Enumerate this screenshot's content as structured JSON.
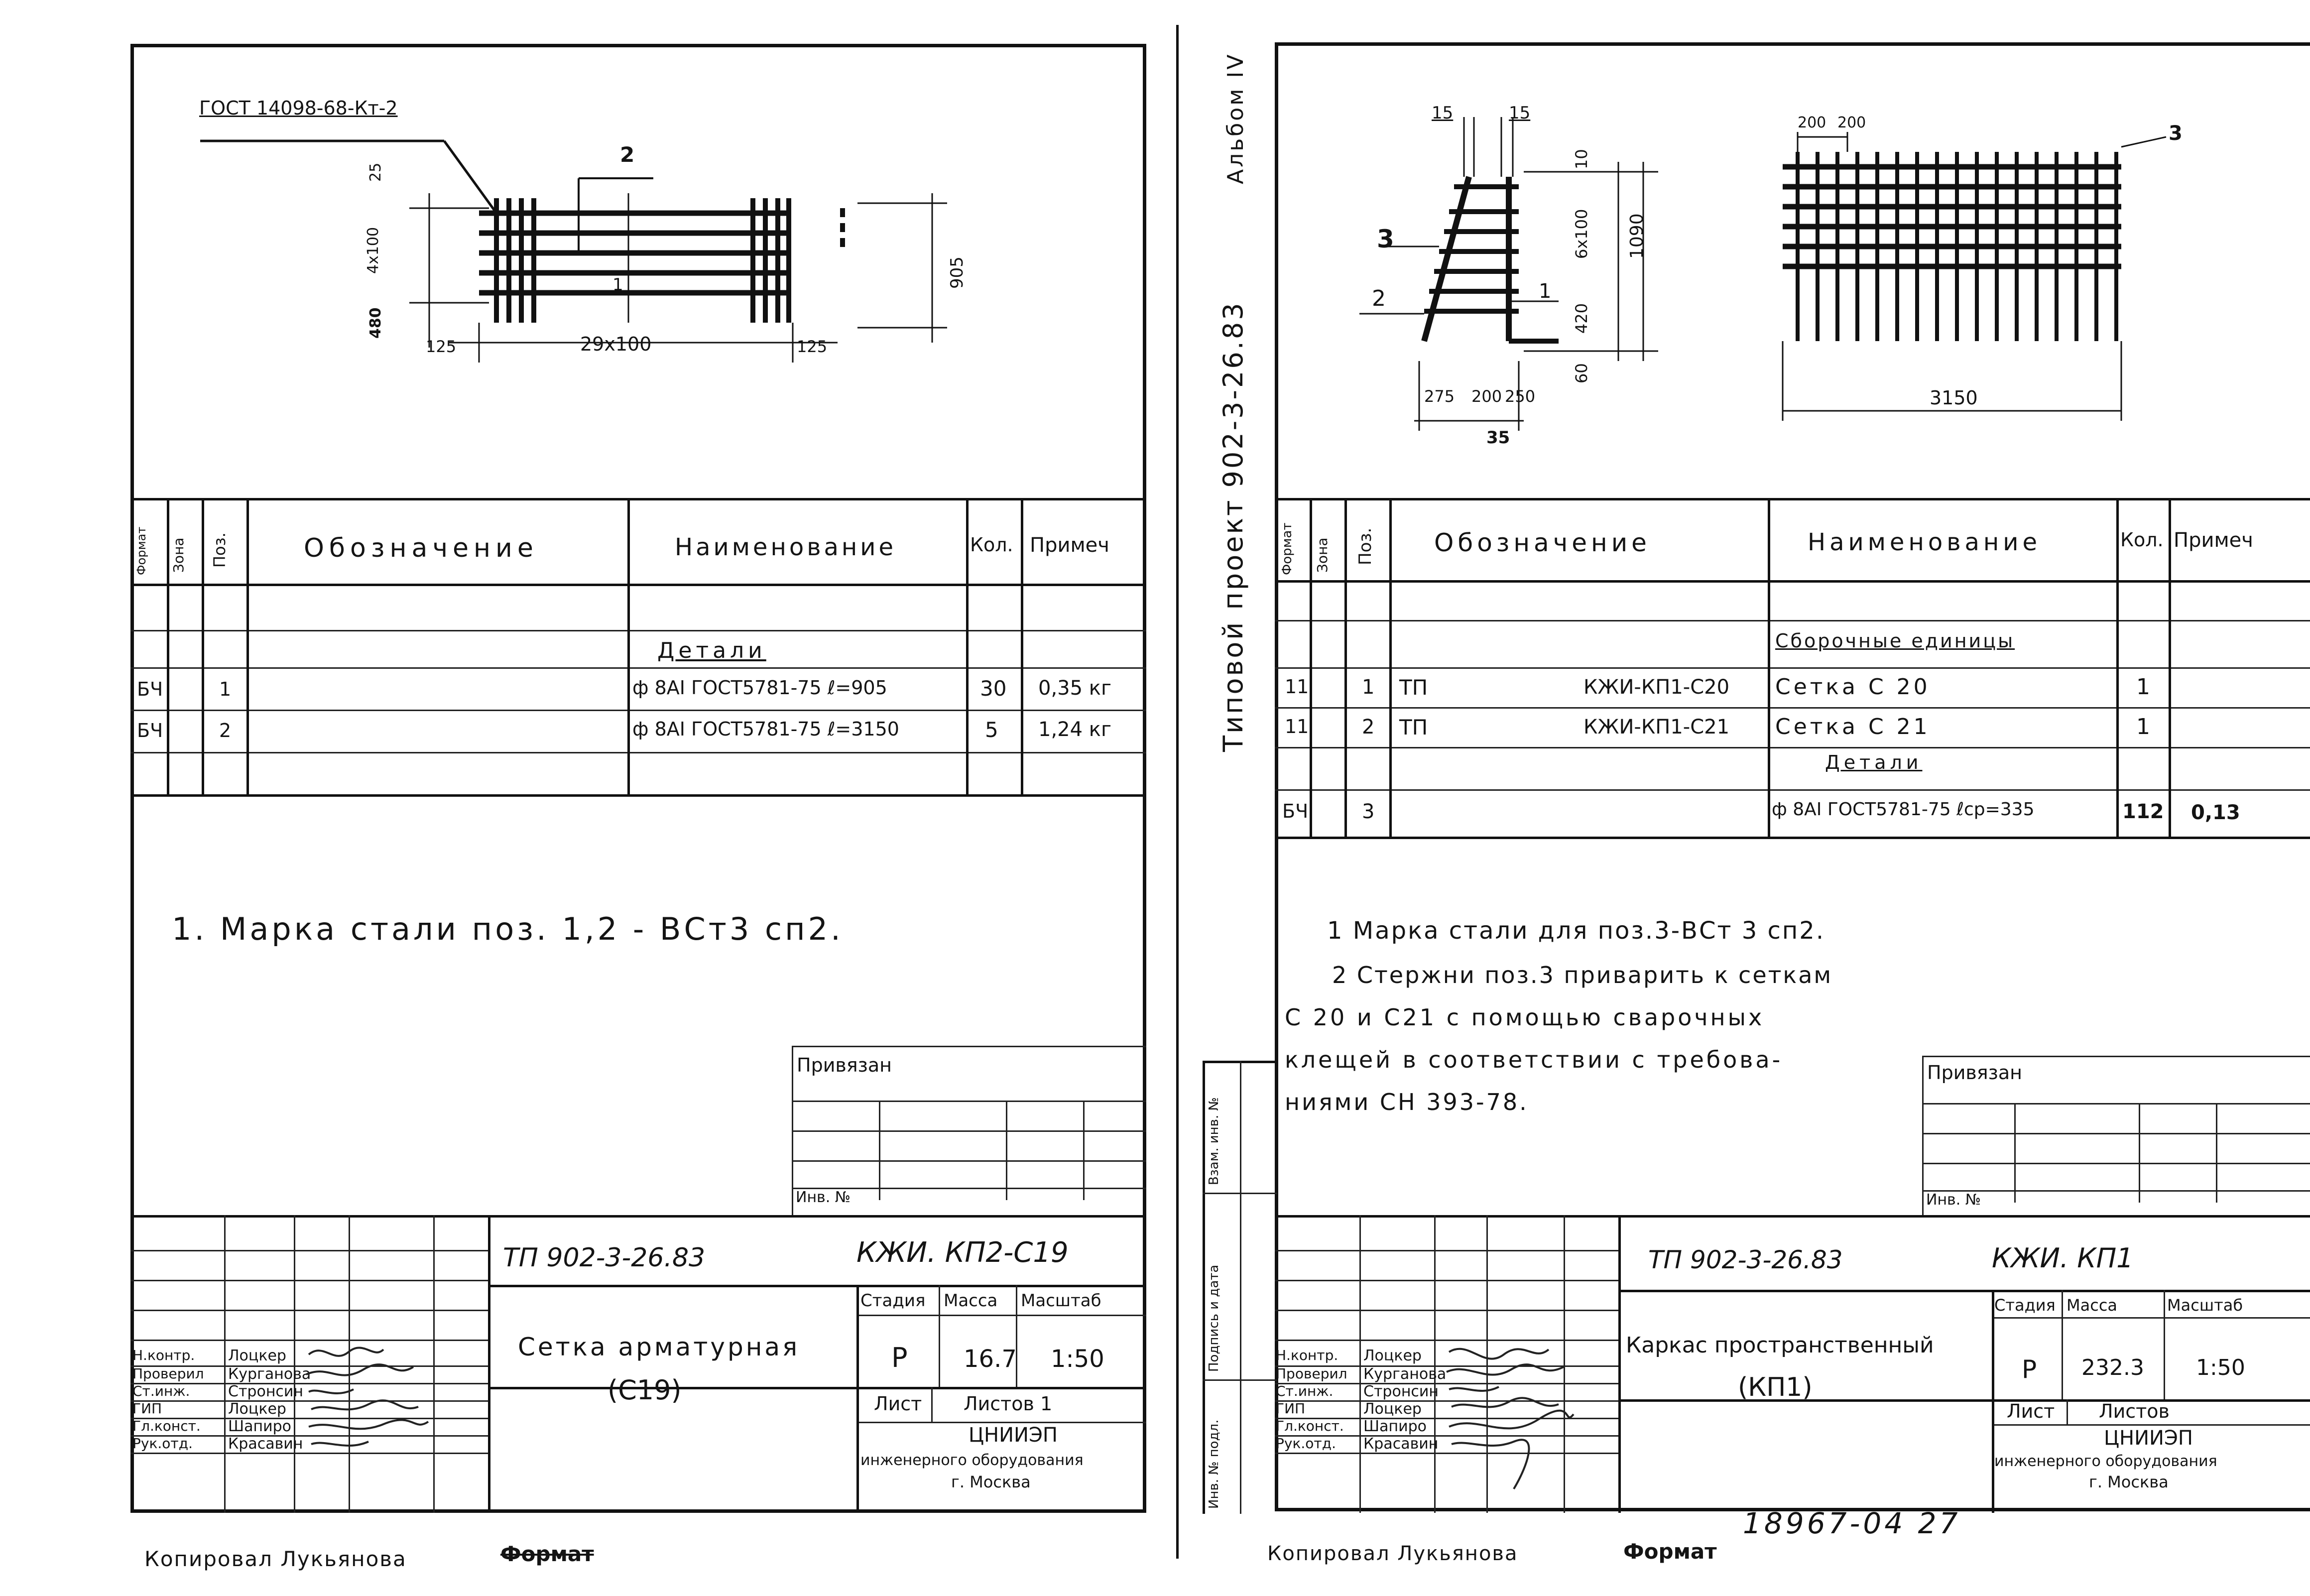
{
  "left_sheet": {
    "callout_gost": "ГОСТ 14098-68-Кт-2",
    "drawing": {
      "pos_label_top": "2",
      "pos_label_mid": "1",
      "dim_top": "25",
      "dim_pitch": "4х100",
      "dim_bottom": "480",
      "dim_left": "125",
      "dim_span": "29х100",
      "dim_right": "125",
      "dim_height": "905"
    },
    "spec_table": {
      "headers": [
        "Формат",
        "Зона",
        "Поз.",
        "Обозначение",
        "Наименование",
        "Кол.",
        "Примеч"
      ],
      "section": "Детали",
      "rows": [
        {
          "format": "БЧ",
          "pos": "1",
          "name": "ф 8АI ГОСТ5781-75 ℓ=905",
          "qty": "30",
          "note": "0,35 кг"
        },
        {
          "format": "БЧ",
          "pos": "2",
          "name": "ф 8АI ГОСТ5781-75 ℓ=3150",
          "qty": "5",
          "note": "1,24 кг"
        }
      ]
    },
    "notes": [
      "1. Марка стали поз. 1,2 - ВСт3 сп2."
    ],
    "privyazan": "Привязан",
    "inv_no": "Инв. №",
    "stamp": {
      "project": "ТП 902-3-26.83",
      "code": "КЖИ. КП2-С19",
      "title_line1": "Сетка арматурная",
      "title_line2": "(С19)",
      "stage_label": "Стадия",
      "mass_label": "Масса",
      "scale_label": "Масштаб",
      "stage": "Р",
      "mass": "16.7",
      "scale": "1:50",
      "sheet_label": "Лист",
      "sheets_label": "Листов 1",
      "org_line1": "ЦНИИЭП",
      "org_line2": "инженерного оборудования",
      "org_line3": "г. Москва",
      "roles": [
        "Н.контр.",
        "Проверил",
        "Ст.инж.",
        "ГИП",
        "Гл.конст.",
        "Рук.отд."
      ],
      "names": [
        "Лоцкер",
        "Курганова",
        "Стронсин",
        "Лоцкер",
        "Шапиро",
        "Красавин"
      ]
    },
    "footer_copied": "Копировал Лукьянова",
    "footer_format": "Формат"
  },
  "right_sheet": {
    "album": "Альбом IV",
    "side_title": "Типовой проект 902-3-26.83",
    "drawing": {
      "dim_15a": "15",
      "dim_15b": "15",
      "label_3a": "3",
      "label_2": "2",
      "label_1": "1",
      "dim_10": "10",
      "dim_6x100": "6х100",
      "dim_420": "420",
      "dim_60": "60",
      "dim_1090": "1090",
      "dim_275": "275",
      "dim_200": "200",
      "dim_250": "250",
      "dim_35": "35",
      "dim_200a": "200",
      "dim_200b": "200",
      "label_3b": "3",
      "dim_3150": "3150"
    },
    "spec_table": {
      "headers": [
        "Формат",
        "Зона",
        "Поз.",
        "Обозначение",
        "Наименование",
        "Кол.",
        "Примеч"
      ],
      "section1": "Сборочные единицы",
      "section2": "Детали",
      "rows": [
        {
          "format": "11",
          "pos": "1",
          "doc1": "ТП",
          "doc2": "КЖИ-КП1-С20",
          "name": "Сетка С 20",
          "qty": "1",
          "note": ""
        },
        {
          "format": "11",
          "pos": "2",
          "doc1": "ТП",
          "doc2": "КЖИ-КП1-С21",
          "name": "Сетка С 21",
          "qty": "1",
          "note": ""
        },
        {
          "format": "БЧ",
          "pos": "3",
          "doc1": "",
          "doc2": "",
          "name": "ф 8АI ГОСТ5781-75 ℓср=335",
          "qty": "112",
          "note": "0,13"
        }
      ]
    },
    "notes": [
      "1 Марка стали для поз.3-ВСт 3 сп2.",
      "2 Стержни поз.3 приварить к сеткам",
      "С 20 и С21 с помощью сварочных",
      "клещей в соответствии с требова-",
      "ниями СН 393-78."
    ],
    "privyazan": "Привязан",
    "inv_no": "Инв. №",
    "side_stamp": [
      "Инв. № подл.",
      "Подпись и дата",
      "Взам. инв. №"
    ],
    "stamp": {
      "project": "ТП 902-3-26.83",
      "code": "КЖИ. КП1",
      "title_line1": "Каркас пространственный",
      "title_line2": "(КП1)",
      "stage_label": "Стадия",
      "mass_label": "Масса",
      "scale_label": "Масштаб",
      "stage": "Р",
      "mass": "232.3",
      "scale": "1:50",
      "sheet_label": "Лист",
      "sheets_label": "Листов",
      "org_line1": "ЦНИИЭП",
      "org_line2": "инженерного оборудования",
      "org_line3": "г. Москва",
      "roles": [
        "Н.контр.",
        "Проверил",
        "Ст.инж.",
        "ГИП",
        "Гл.конст.",
        "Рук.отд."
      ],
      "names": [
        "Лоцкер",
        "Курганова",
        "Стронсин",
        "Лоцкер",
        "Шапиро",
        "Красавин"
      ]
    },
    "handwritten_number": "18967-04 27",
    "footer_copied": "Копировал Лукьянова",
    "footer_format": "Формат"
  }
}
